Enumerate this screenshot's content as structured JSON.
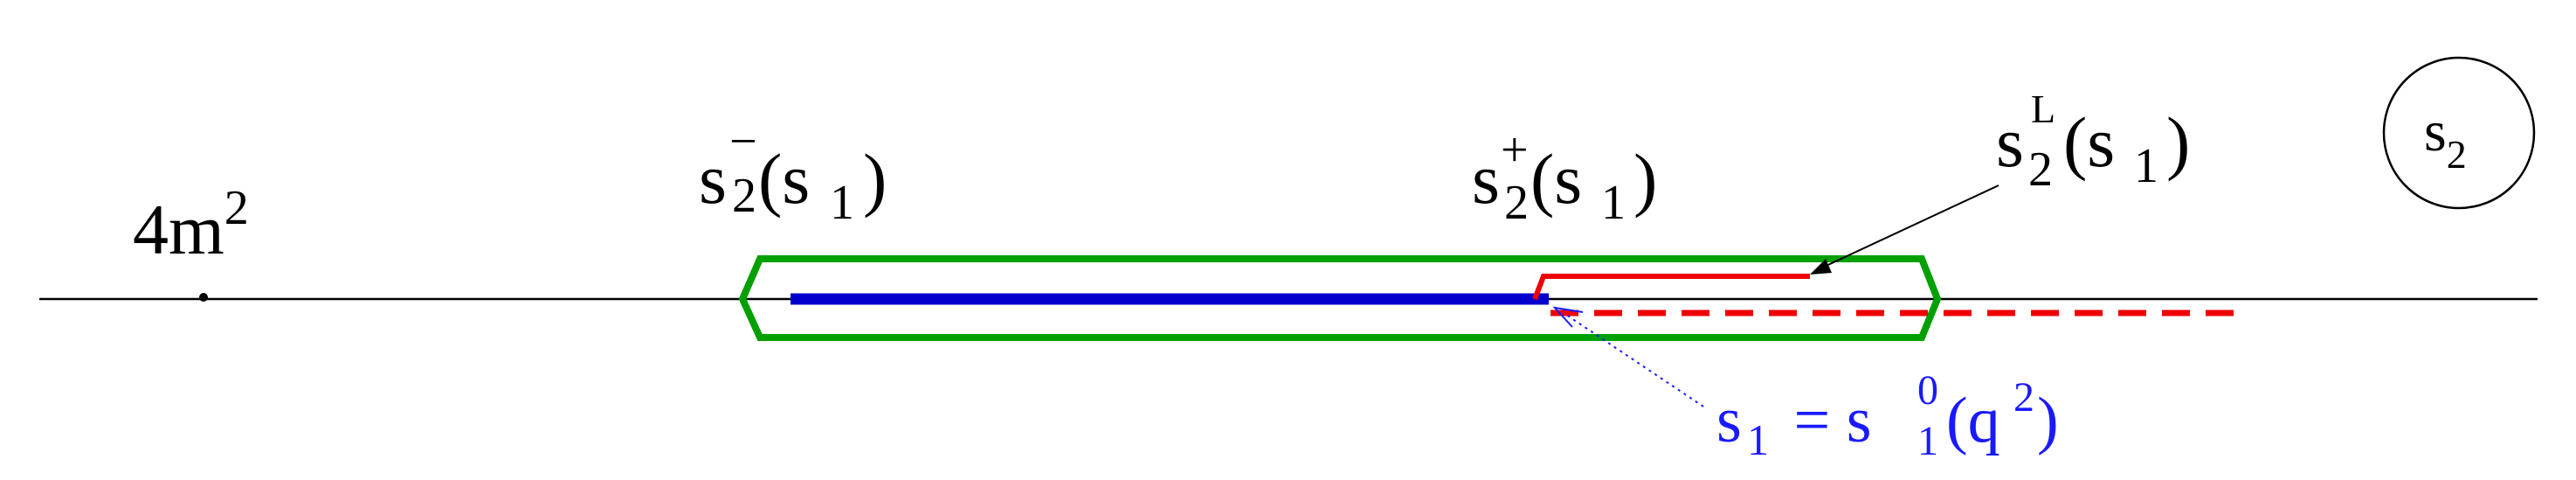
{
  "labels": {
    "threshold": {
      "base": "4m",
      "sup": "2"
    },
    "s2_minus": {
      "base": "s",
      "sub": "2",
      "sup": "−",
      "arg_open": "(s",
      "arg_sub": "1",
      "arg_close": ")"
    },
    "s2_plus": {
      "base": "s",
      "sub": "2",
      "sup": "+",
      "arg_open": "(s",
      "arg_sub": "1",
      "arg_close": ")"
    },
    "s2_L": {
      "base": "s",
      "sub": "2",
      "sup": "L",
      "arg_open": "(s",
      "arg_sub": "1",
      "arg_close": ")"
    },
    "plane": {
      "base": "s",
      "sub": "2"
    },
    "s1_eq": {
      "lhs": "s",
      "lhs_sub": "1",
      "eq": " = s",
      "rhs_sup": "0",
      "rhs_sub": "1",
      "rhs_arg": "(q",
      "rhs_arg_sup": "2",
      "rhs_close": ")"
    }
  },
  "colors": {
    "axis": "#000000",
    "contour": "#00a000",
    "cut_blue": "#0000cc",
    "path_red": "#ee0000",
    "annotation_blue": "#1a1aff"
  }
}
